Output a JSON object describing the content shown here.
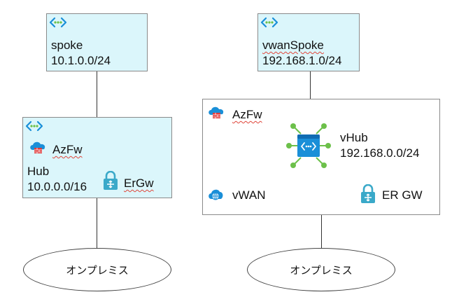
{
  "colors": {
    "vnet_fill": "#dbf6fb",
    "border": "#8a8a8a",
    "icon_blue": "#1a8fd8",
    "icon_green": "#6cc04a",
    "firewall_red": "#e03b3b",
    "gateway_teal": "#3aa9c9"
  },
  "diagram": {
    "spoke": {
      "name": "spoke",
      "cidr": "10.1.0.0/24",
      "icon": "vnet-icon"
    },
    "hub": {
      "name": "Hub",
      "cidr": "10.0.0.0/16",
      "firewall_label": "AzFw",
      "gateway_label": "ErGw",
      "icon": "vnet-icon"
    },
    "onprem_left": {
      "label": "オンプレミス"
    },
    "vwan_spoke": {
      "name": "vwanSpoke",
      "cidr": "192.168.1.0/24",
      "icon": "vnet-icon"
    },
    "vwan": {
      "firewall_label": "AzFw",
      "vhub_name": "vHub",
      "vhub_cidr": "192.168.0.0/24",
      "vwan_label": "vWAN",
      "gateway_label": "ER GW",
      "vhub_icon": "virtual-hub-icon",
      "vwan_icon": "virtual-wan-icon"
    },
    "onprem_right": {
      "label": "オンプレミス"
    }
  }
}
